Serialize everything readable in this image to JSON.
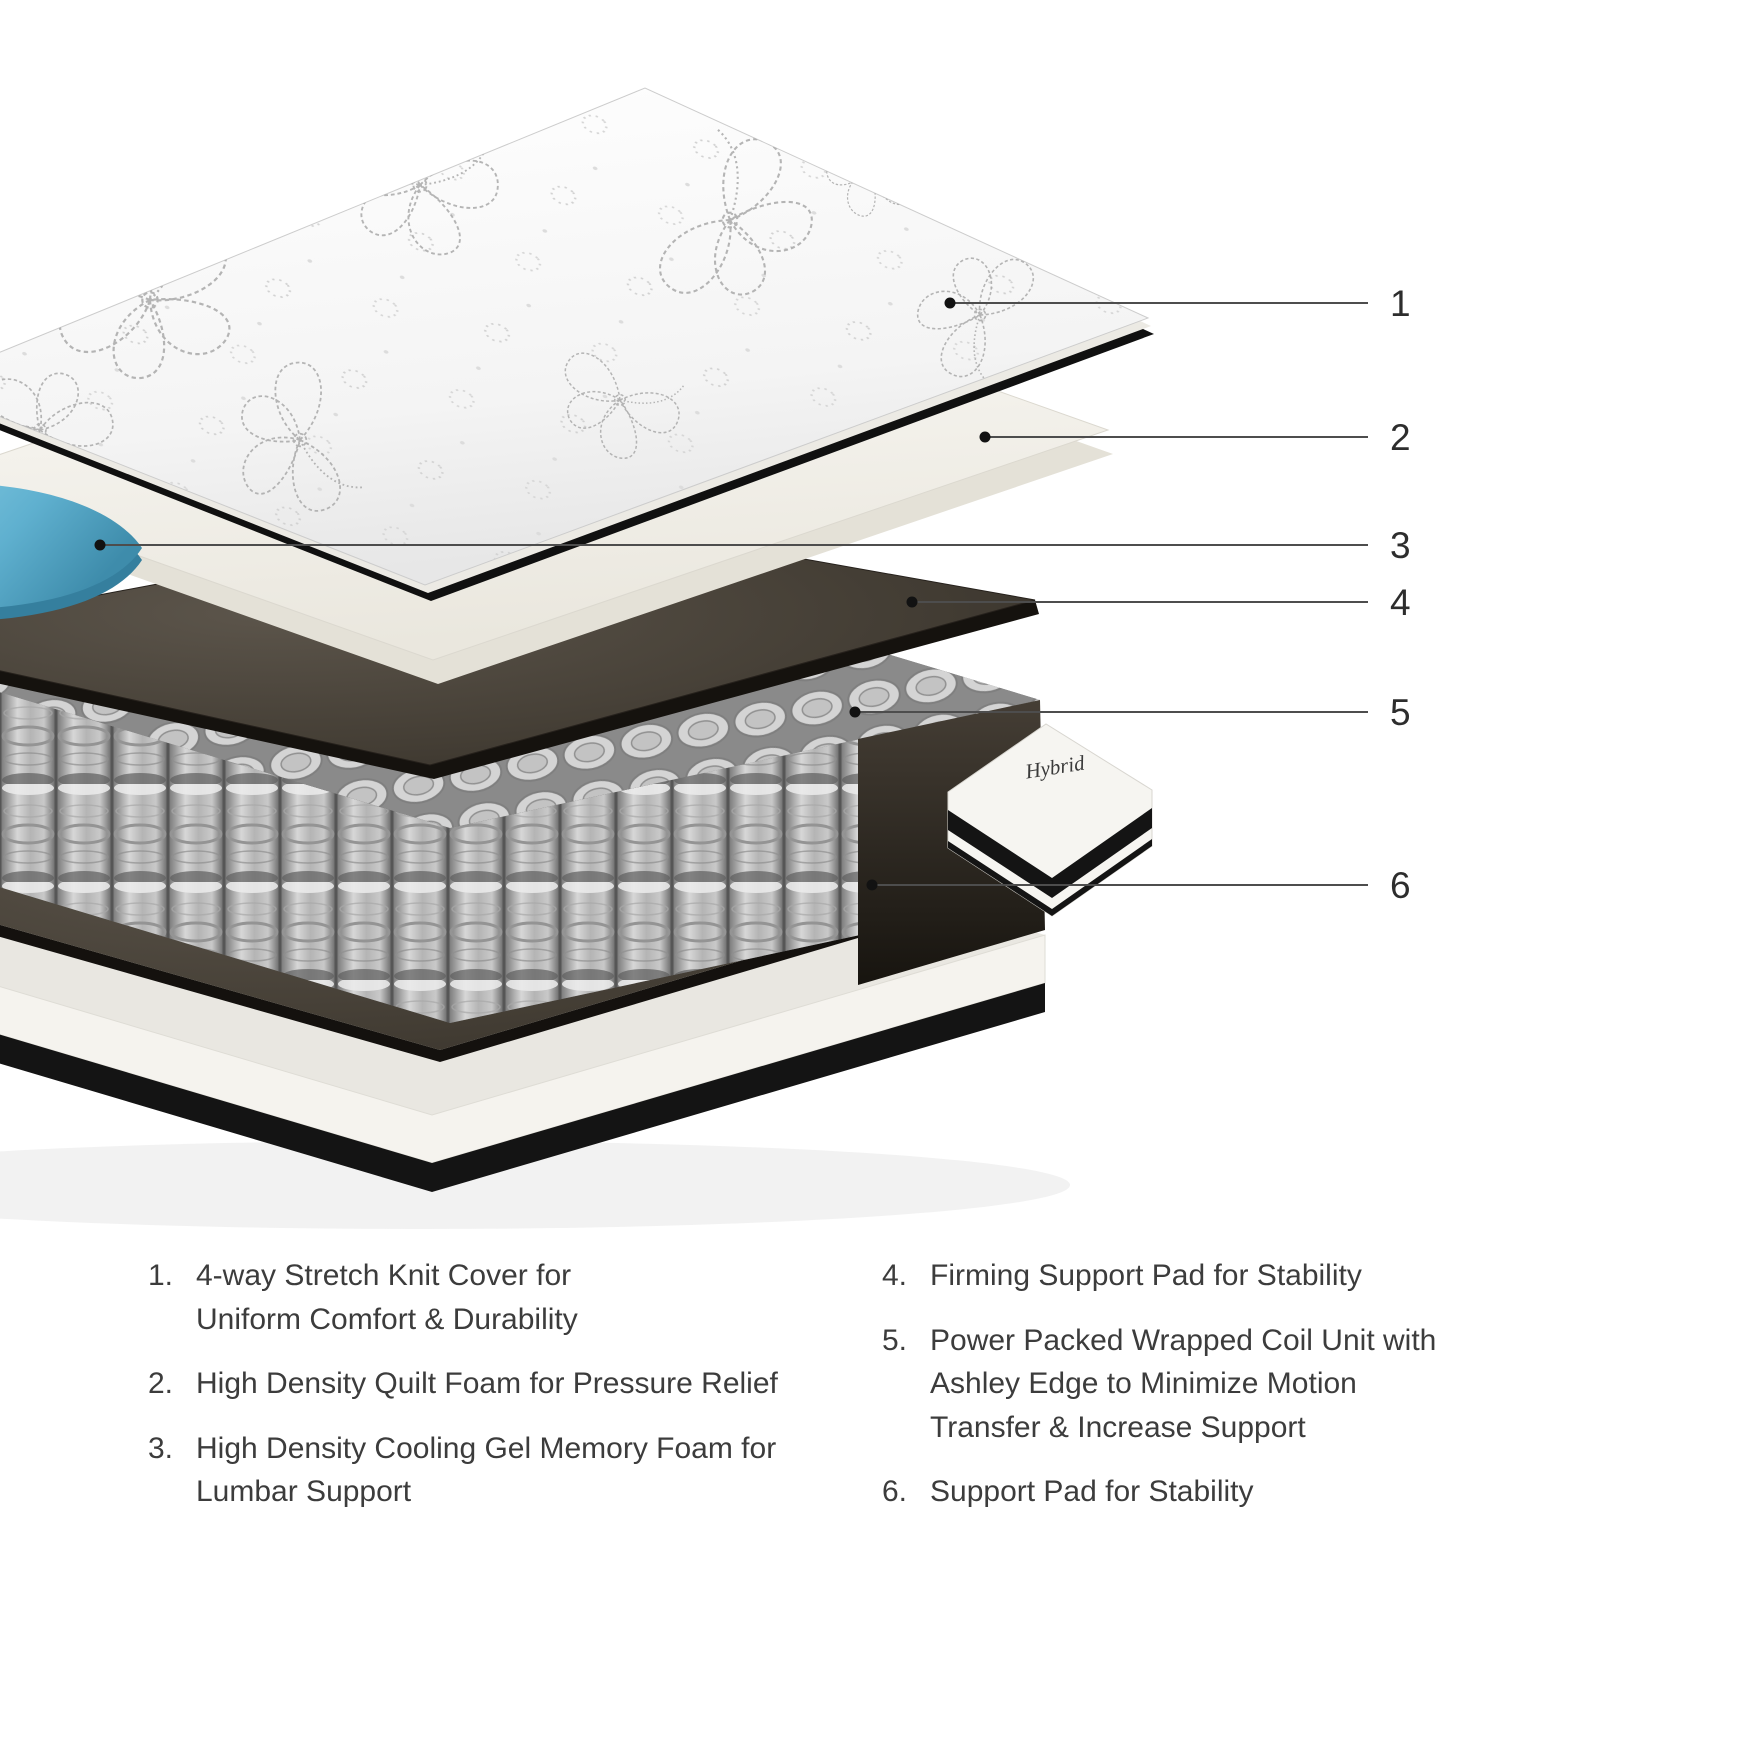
{
  "callouts": [
    "1",
    "2",
    "3",
    "4",
    "5",
    "6"
  ],
  "wedge_label": "Hybrid",
  "legend": {
    "left": [
      {
        "num": "1.",
        "text": "4-way Stretch Knit Cover for\nUniform Comfort & Durability"
      },
      {
        "num": "2.",
        "text": "High Density Quilt Foam for Pressure Relief"
      },
      {
        "num": "3.",
        "text": "High Density Cooling Gel Memory Foam for\nLumbar Support"
      }
    ],
    "right": [
      {
        "num": "4.",
        "text": "Firming Support Pad for Stability"
      },
      {
        "num": "5.",
        "text": "Power Packed Wrapped Coil Unit with\nAshley Edge to Minimize Motion\nTransfer & Increase Support"
      },
      {
        "num": "6.",
        "text": "Support Pad for Stability"
      }
    ]
  },
  "colors": {
    "gel_blue": "#5fb0cf",
    "pad_dark": "#3e382f",
    "trim_black": "#141414",
    "coil_grey": "#b9b9b9",
    "text_grey": "#3c3c3c"
  }
}
